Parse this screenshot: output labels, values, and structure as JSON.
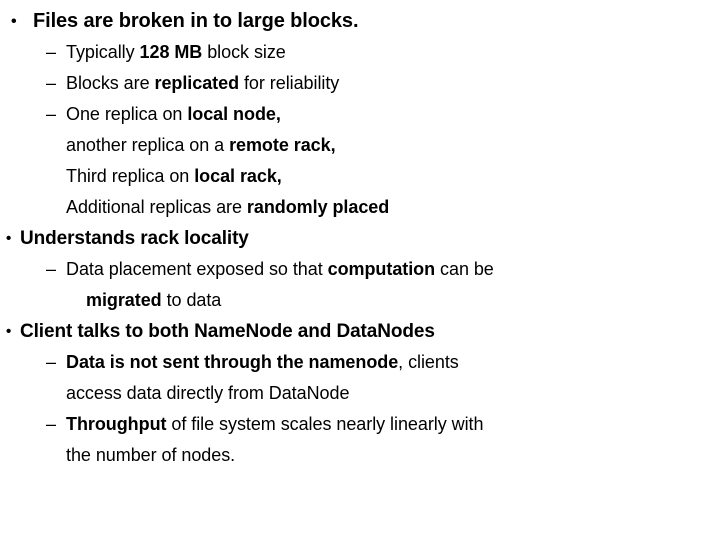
{
  "slide": {
    "bullet_glyph": "•",
    "dash_glyph": "–",
    "text_color": "#000000",
    "background_color": "#ffffff",
    "blocks": [
      {
        "id": "files-broken",
        "level": 1,
        "marker": "•",
        "runs": [
          {
            "text": "Files are broken in to large blocks.",
            "bold": true
          }
        ],
        "plain": "Files are broken in to large blocks."
      },
      {
        "id": "block-size",
        "level": 2,
        "marker": "–",
        "runs": [
          {
            "text": "Typically ",
            "bold": false
          },
          {
            "text": "128 MB",
            "bold": true
          },
          {
            "text": " block size",
            "bold": false
          }
        ],
        "plain": "Typically 128 MB block size"
      },
      {
        "id": "replicated",
        "level": 2,
        "marker": "–",
        "runs": [
          {
            "text": "Blocks are ",
            "bold": false
          },
          {
            "text": "replicated",
            "bold": true
          },
          {
            "text": " for reliability",
            "bold": false
          }
        ],
        "plain": "Blocks are replicated for reliability"
      },
      {
        "id": "replica-placement",
        "level": 2,
        "marker": "–",
        "runs": [
          {
            "text": "One replica on ",
            "bold": false
          },
          {
            "text": "local node,",
            "bold": true
          }
        ],
        "plain": "One replica on local node,",
        "continuations": [
          {
            "id": "replica-remote-rack",
            "runs": [
              {
                "text": "another replica on a ",
                "bold": false
              },
              {
                "text": "remote rack,",
                "bold": true
              }
            ],
            "plain": "another replica on a remote rack,"
          },
          {
            "id": "replica-local-rack",
            "runs": [
              {
                "text": "Third replica on ",
                "bold": false
              },
              {
                "text": "local rack,",
                "bold": true
              }
            ],
            "plain": "Third replica on local rack,"
          },
          {
            "id": "replica-random",
            "runs": [
              {
                "text": "Additional replicas are ",
                "bold": false
              },
              {
                "text": "randomly placed",
                "bold": true
              }
            ],
            "plain": "Additional replicas are randomly placed"
          }
        ]
      },
      {
        "id": "rack-locality",
        "level": 1,
        "tight": true,
        "marker": "•",
        "runs": [
          {
            "text": "Understands rack locality",
            "bold": true
          }
        ],
        "plain": "Understands rack locality"
      },
      {
        "id": "data-placement",
        "level": 2,
        "marker": "–",
        "runs": [
          {
            "text": "Data placement exposed so that ",
            "bold": false
          },
          {
            "text": "computation",
            "bold": true
          },
          {
            "text": " can be",
            "bold": false
          }
        ],
        "plain": "Data placement exposed so that computation can be",
        "continuations": [
          {
            "id": "migrated-to-data",
            "indent": 20,
            "runs": [
              {
                "text": "migrated",
                "bold": true
              },
              {
                "text": " to data",
                "bold": false
              }
            ],
            "plain": "migrated to data"
          }
        ]
      },
      {
        "id": "client-talks",
        "level": 1,
        "tight": true,
        "marker": "•",
        "runs": [
          {
            "text": "Client talks to both NameNode and DataNodes",
            "bold": true
          }
        ],
        "plain": "Client talks to both NameNode and DataNodes"
      },
      {
        "id": "not-through-namenode",
        "level": 2,
        "marker": "–",
        "runs": [
          {
            "text": "Data is not sent through the namenode",
            "bold": true
          },
          {
            "text": ", clients",
            "bold": false
          }
        ],
        "plain": "Data is not sent through the namenode, clients",
        "continuations": [
          {
            "id": "access-directly",
            "runs": [
              {
                "text": "access data directly from DataNode",
                "bold": false
              }
            ],
            "plain": "access data directly from DataNode"
          }
        ]
      },
      {
        "id": "throughput",
        "level": 2,
        "marker": "–",
        "runs": [
          {
            "text": "Throughput",
            "bold": true
          },
          {
            "text": " of file system scales nearly linearly with",
            "bold": false
          }
        ],
        "plain": "Throughput of file system scales nearly linearly with",
        "continuations": [
          {
            "id": "number-of-nodes",
            "runs": [
              {
                "text": "the number of nodes.",
                "bold": false
              }
            ],
            "plain": "the number of nodes."
          }
        ]
      }
    ]
  }
}
